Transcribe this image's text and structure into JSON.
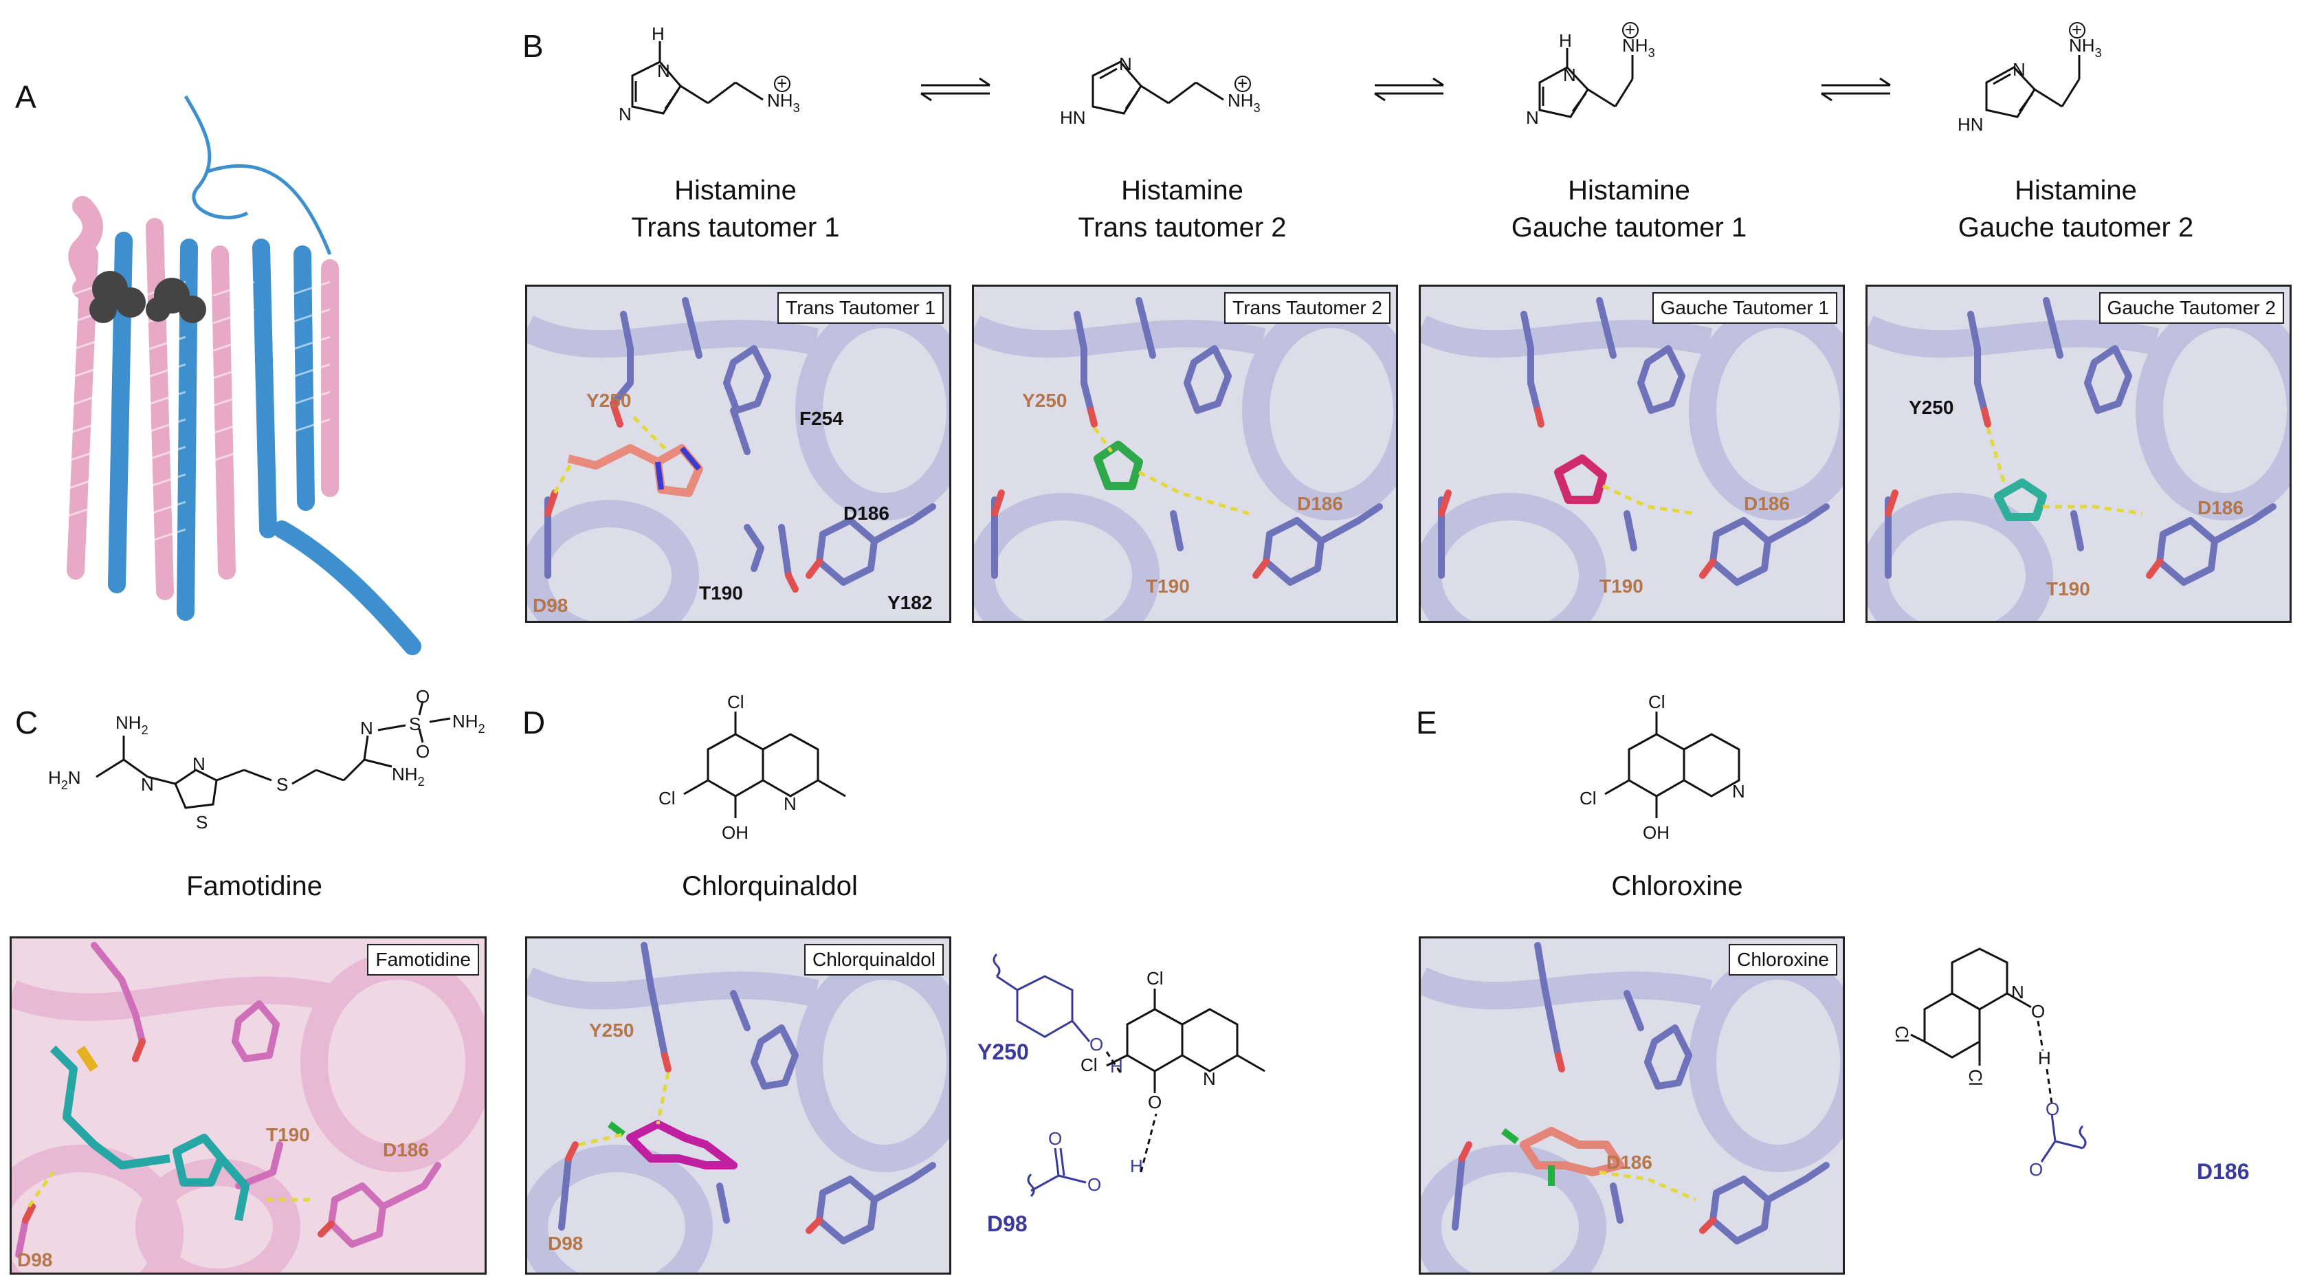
{
  "panels": {
    "A": "A",
    "B": "B",
    "C": "C",
    "D": "D",
    "E": "E"
  },
  "histamine_titles": [
    {
      "line1": "Histamine",
      "line2": "Trans tautomer  1"
    },
    {
      "line1": "Histamine",
      "line2": "Trans tautomer  2"
    },
    {
      "line1": "Histamine",
      "line2": "Gauche tautomer  1"
    },
    {
      "line1": "Histamine",
      "line2": "Gauche tautomer  2"
    }
  ],
  "frame_labels": {
    "trans1": "Trans Tautomer 1",
    "trans2": "Trans Tautomer 2",
    "gauche1": "Gauche Tautomer 1",
    "gauche2": "Gauche Tautomer 2",
    "famotidine": "Famotidine",
    "chlorquinaldol": "Chlorquinaldol",
    "chloroxine": "Chloroxine"
  },
  "compound_titles": {
    "famotidine": "Famotidine",
    "chlorquinaldol": "Chlorquinaldol",
    "chloroxine": "Chloroxine"
  },
  "residues": {
    "trans1": {
      "y250": "Y250",
      "f254": "F254",
      "d186": "D186",
      "t190": "T190",
      "y182": "Y182",
      "d98": "D98"
    },
    "trans2": {
      "y250": "Y250",
      "d186": "D186",
      "t190": "T190"
    },
    "gauche1": {
      "d186": "D186",
      "t190": "T190"
    },
    "gauche2": {
      "y250": "Y250",
      "d186": "D186",
      "t190": "T190"
    },
    "famotidine": {
      "t190": "T190",
      "d186": "D186",
      "d98": "D98"
    },
    "chlorquinaldol": {
      "y250": "Y250",
      "d98": "D98"
    },
    "chloroxine": {
      "d186": "D186"
    }
  },
  "schematic_labels": {
    "d_y250": "Y250",
    "d_d98": "D98",
    "e_d186": "D186"
  },
  "atoms": {
    "nh3": "NH",
    "n": "N",
    "h": "H",
    "hn": "HN",
    "cl": "Cl",
    "oh": "OH",
    "o": "O",
    "nh2": "NH",
    "h2n": "H",
    "s": "S"
  },
  "colors": {
    "protein_blue": "#7c80c2",
    "protein_pink": "#d88bc4",
    "hbond": "#e0d43a",
    "oxygen": "#e03030",
    "receptor_blue": "#3d8fce",
    "receptor_pink": "#e8a9c6"
  }
}
